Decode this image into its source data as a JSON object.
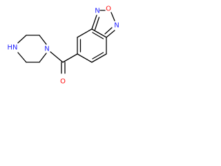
{
  "molecule": {
    "atoms": {
      "nh": {
        "text": "HN",
        "color": "#1f1fff"
      },
      "n_piperazine": {
        "text": "N",
        "color": "#1f1fff"
      },
      "o_carbonyl": {
        "text": "O",
        "color": "#ff0d0d"
      },
      "n_oxadiazole_1": {
        "text": "N",
        "color": "#1f1fff"
      },
      "o_oxadiazole": {
        "text": "O",
        "color": "#ff0d0d"
      },
      "n_oxadiazole_2": {
        "text": "N",
        "color": "#1f1fff"
      }
    },
    "bond_color": "#000000"
  }
}
